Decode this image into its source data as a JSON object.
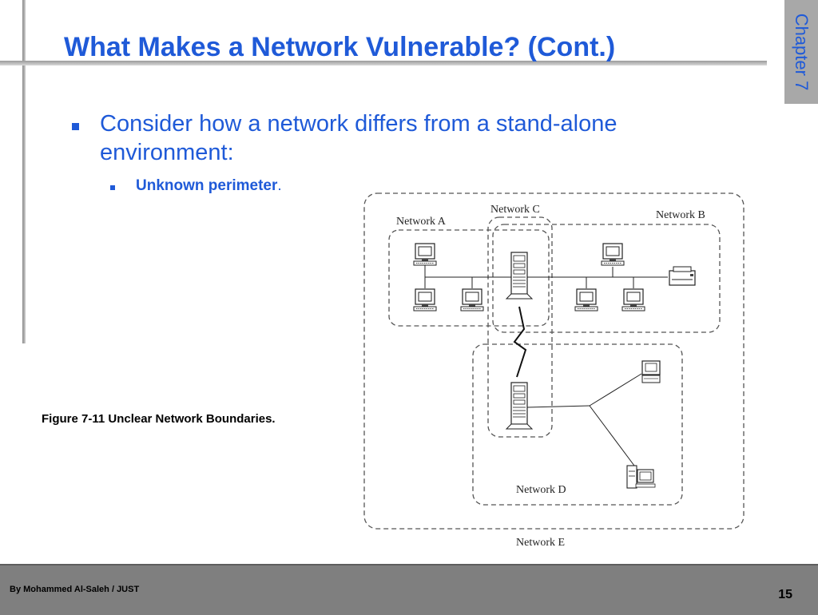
{
  "slide": {
    "title": "What Makes a Network Vulnerable? (Cont.)",
    "chapter_tab": "Chapter 7",
    "bullets": [
      {
        "text": "Consider how a network differs from a stand-alone environment:",
        "sub_bullets": [
          {
            "bold": "Unknown perimeter",
            "rest": "."
          }
        ]
      }
    ],
    "figure_caption": "Figure 7-11  Unclear Network Boundaries."
  },
  "diagram": {
    "labels": {
      "network_a": "Network A",
      "network_b": "Network  B",
      "network_c": "Network C",
      "network_d": "Network D",
      "network_e": "Network E"
    }
  },
  "footer": {
    "author": "By Mohammed Al-Saleh / JUST",
    "page_number": "15"
  },
  "colors": {
    "accent": "#1f5ad8",
    "footer_bg": "#7f7f7f",
    "chapter_tab_bg": "#a8a8a8"
  }
}
